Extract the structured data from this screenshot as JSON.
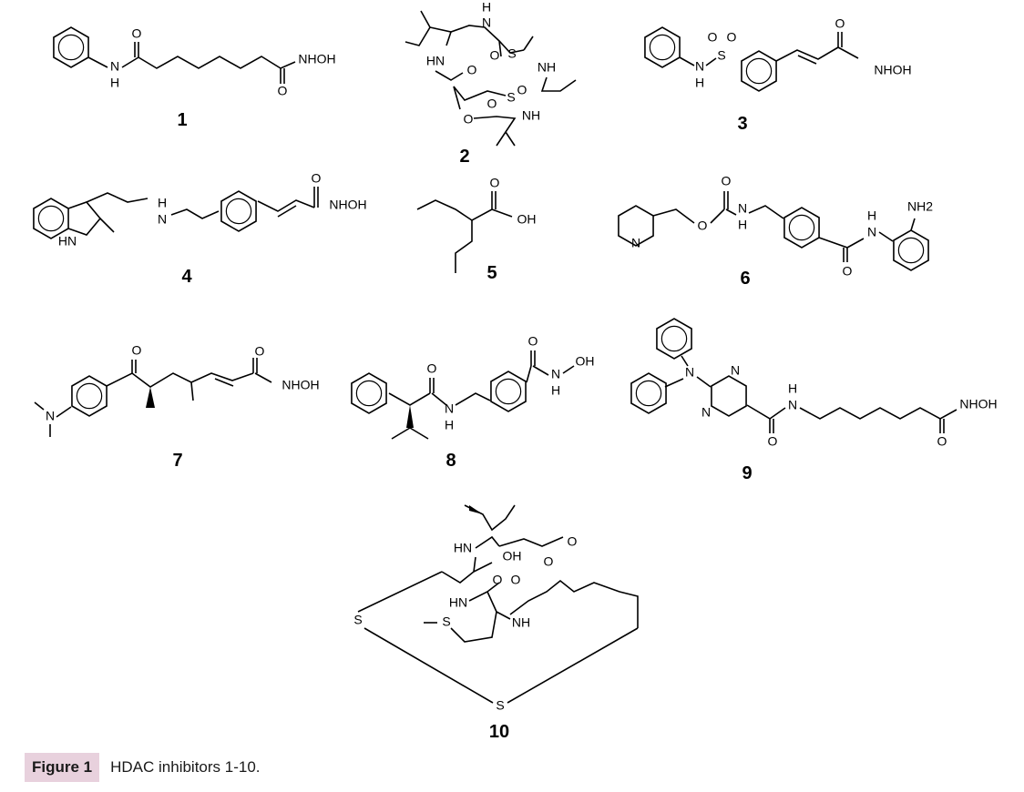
{
  "figure": {
    "badge": "Figure 1",
    "caption": "HDAC inhibitors 1-10."
  },
  "compounds": [
    {
      "number": "1",
      "labels": [
        "N",
        "H",
        "O",
        "O",
        "NHOH"
      ]
    },
    {
      "number": "2",
      "labels": [
        "N",
        "H",
        "HN",
        "O",
        "S",
        "O",
        "S",
        "NH",
        "O",
        "NH",
        "O",
        "O"
      ]
    },
    {
      "number": "3",
      "labels": [
        "N",
        "H",
        "S",
        "O",
        "O",
        "O",
        "NHOH"
      ]
    },
    {
      "number": "4",
      "labels": [
        "HN",
        "H",
        "N",
        "O",
        "NHOH"
      ]
    },
    {
      "number": "5",
      "labels": [
        "O",
        "OH"
      ]
    },
    {
      "number": "6",
      "labels": [
        "N",
        "O",
        "O",
        "N",
        "H",
        "H",
        "N",
        "O",
        "NH2"
      ]
    },
    {
      "number": "7",
      "labels": [
        "N",
        "O",
        "O",
        "NHOH"
      ]
    },
    {
      "number": "8",
      "labels": [
        "O",
        "N",
        "H",
        "O",
        "N",
        "H",
        "OH"
      ]
    },
    {
      "number": "9",
      "labels": [
        "N",
        "N",
        "N",
        "H",
        "N",
        "O",
        "O",
        "NHOH"
      ]
    },
    {
      "number": "10",
      "labels": [
        "HN",
        "OH",
        "O",
        "O",
        "O",
        "O",
        "HN",
        "NH",
        "S",
        "S",
        "S"
      ]
    }
  ]
}
